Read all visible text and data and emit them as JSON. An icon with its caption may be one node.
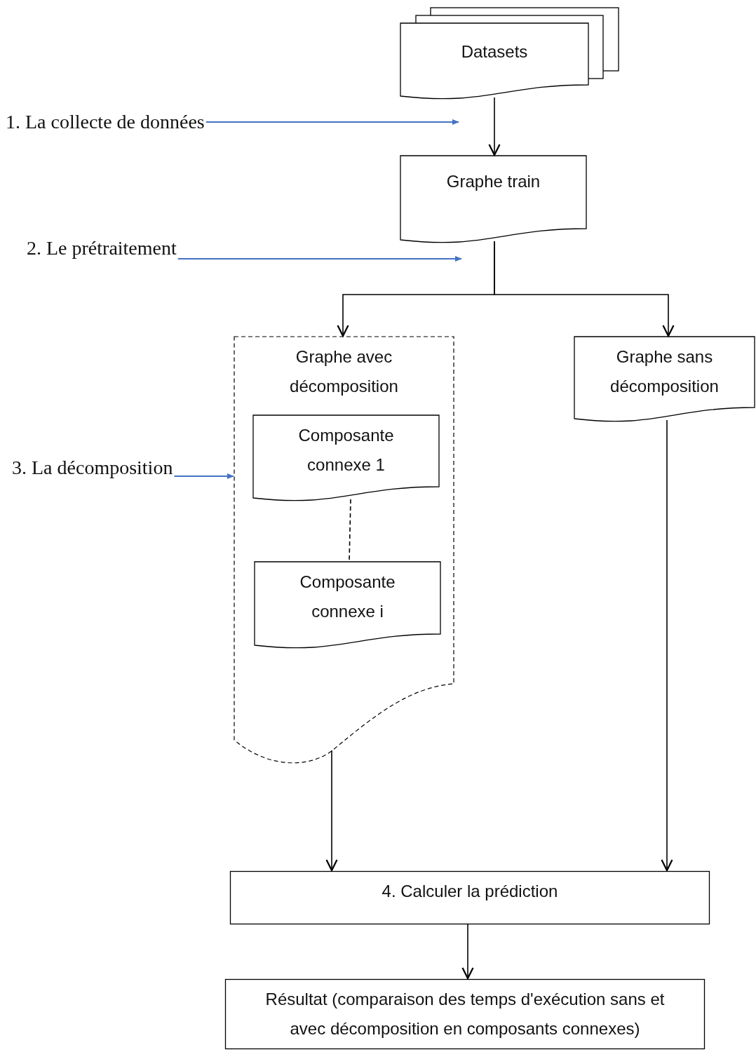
{
  "diagram": {
    "nodes": [
      {
        "text": [
          "Datasets"
        ]
      },
      {
        "text": [
          "Graphe train"
        ]
      },
      {
        "text": [
          "Graphe avec décomposition"
        ]
      },
      {
        "text": [
          "Composante connexe 1"
        ],
        "in": 2
      },
      {
        "text": [
          "Composante connexe i"
        ],
        "in": 2
      },
      {
        "text": [
          "Graphe sans décomposition"
        ]
      },
      {
        "text": [
          "4. Calculer la prédiction"
        ]
      },
      {
        "text": [
          "Résultat (comparaison des temps d'exécution sans et avec décomposition en composants connexes)"
        ]
      },
      {
        "text": [
          "1. La collecte de données"
        ]
      },
      {
        "text": [
          "2. Le prétraitement"
        ]
      },
      {
        "text": [
          "3. La décomposition"
        ]
      }
    ],
    "edges": [
      {
        "from": 0,
        "to": 1,
        "arrow": "to"
      },
      {
        "from": 1,
        "to": 2,
        "arrow": "to"
      },
      {
        "from": 1,
        "to": 5,
        "arrow": "to"
      },
      {
        "from": 3,
        "to": 4,
        "arrow": "none",
        "style": "dashed"
      },
      {
        "from": 2,
        "to": 6,
        "arrow": "to"
      },
      {
        "from": 5,
        "to": 6,
        "arrow": "to"
      },
      {
        "from": 6,
        "to": 7,
        "arrow": "to"
      },
      {
        "from": 8,
        "to": 0,
        "arrow": "to",
        "color": "#4472c4"
      },
      {
        "from": 9,
        "to": 1,
        "arrow": "to",
        "color": "#4472c4"
      },
      {
        "from": 10,
        "to": 2,
        "arrow": "to",
        "color": "#4472c4"
      }
    ]
  }
}
